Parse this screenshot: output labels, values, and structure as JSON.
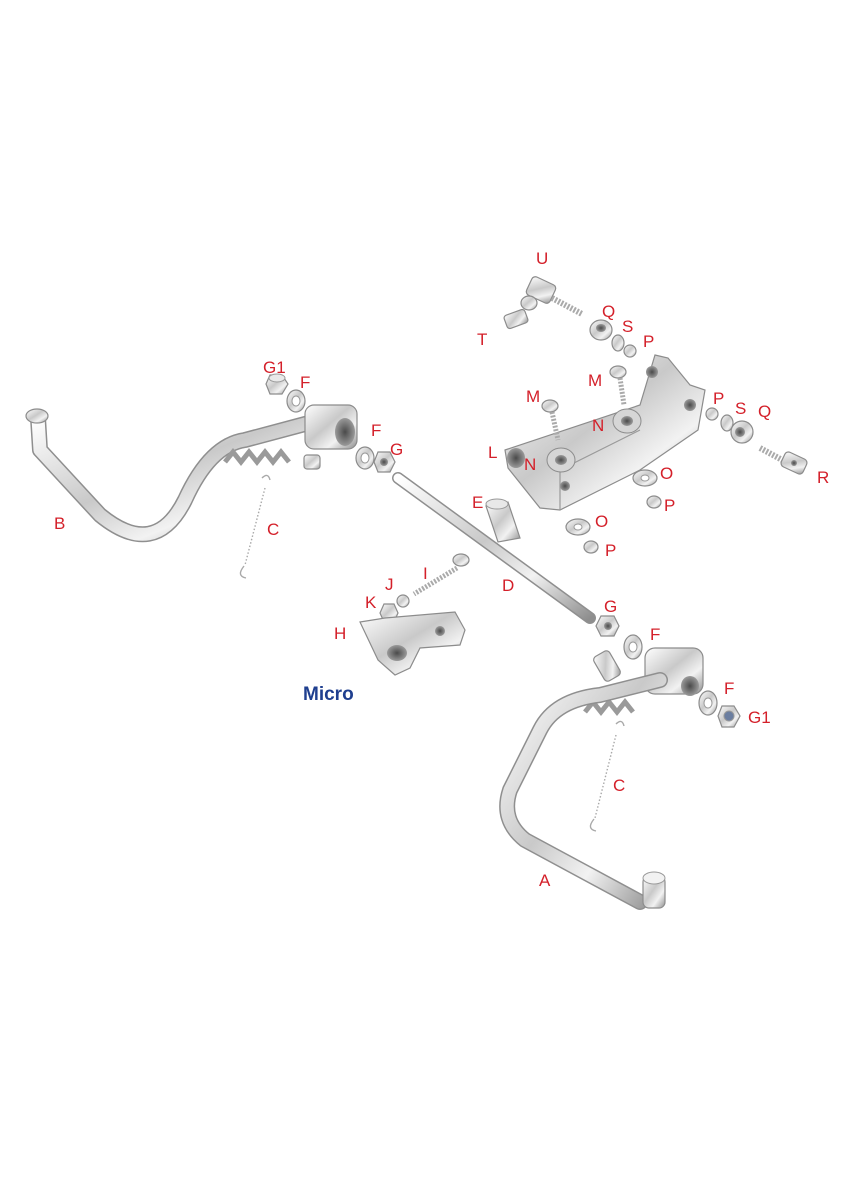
{
  "brand_label": "Micro",
  "part_labels": {
    "A": "A",
    "B": "B",
    "C_left": "C",
    "C_right": "C",
    "D": "D",
    "E": "E",
    "F_left_top": "F",
    "F_left_mid": "F",
    "F_right_top": "F",
    "F_right_mid": "F",
    "G_left": "G",
    "G_right": "G",
    "G1_left": "G1",
    "G1_right": "G1",
    "H": "H",
    "I": "I",
    "J": "J",
    "K": "K",
    "L": "L",
    "M_left": "M",
    "M_right": "M",
    "N_left": "N",
    "N_right": "N",
    "O_upper": "O",
    "O_lower": "O",
    "P_top": "P",
    "P_side": "P",
    "P_upper": "P",
    "P_lower": "P",
    "Q_top": "Q",
    "Q_side": "Q",
    "R": "R",
    "S_top": "S",
    "S_side": "S",
    "T": "T",
    "U": "U"
  },
  "colors": {
    "label": "#d4202a",
    "brand": "#1f3f8f",
    "chrome_light": "#f4f4f4",
    "chrome_dark": "#9a9a9a"
  }
}
